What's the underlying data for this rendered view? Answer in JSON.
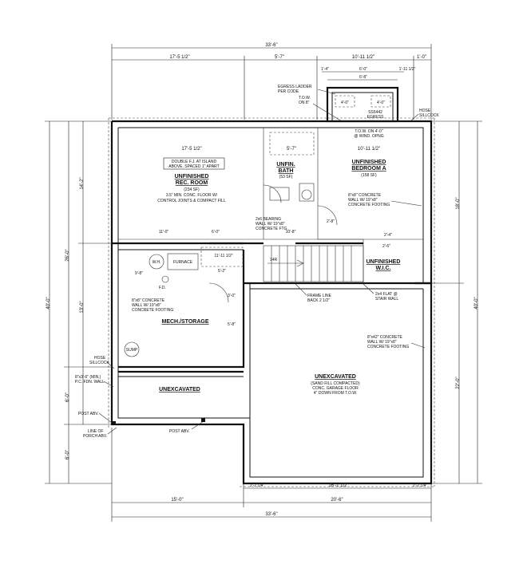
{
  "top_dims": {
    "overall": "33'-6\"",
    "seg1": "17'-5 1/2\"",
    "seg2": "5'-7\"",
    "seg3": "10'-11 1/2\"",
    "seg4": "1'-0\"",
    "egress_w": "6'-0\"",
    "egress_w2": "6'-8\"",
    "egress_l": "1'-4\"",
    "egress_r": "1'-11 1/2\""
  },
  "notes": {
    "egress_ladder": "EGRESS LADDER",
    "per_code": "PER CODE",
    "tow": "T.O.W.",
    "on8": "ON 8\"",
    "egress_size1": "4'-0\"",
    "egress_size2": "4'-0\"",
    "ss": "SS5442",
    "egress": "EGRESS",
    "hose_top1": "HOSE",
    "hose_top2": "SILLCOCK",
    "tow_wind1": "T.O.W. ON 4'-0\"",
    "tow_wind2": "@ WIND. OPNG",
    "double_fj1": "DOUBLE F.J. AT ISLAND",
    "double_fj2": "ABOVE. SPACED 1\" APART",
    "rec_sf": "(234 SF)",
    "rec_note1": "3.5\" MIN. CONC. FLOOR W/",
    "rec_note2": "CONTROL JOINTS & COMPACT FILL",
    "bath_sf": "(53 SF)",
    "bed_sf": "(158 SF)",
    "bed_note1": "8\"x8\" CONCRETE",
    "bed_note2": "WALL W/ 19\"x8\"",
    "bed_note3": "CONCRETE FOOTING",
    "bearing1": "2x6 BEARING",
    "bearing2": "WALL W/ 19\"x8\"",
    "bearing3": "CONCRETE FTG.",
    "furnace": "FURNACE",
    "wh": "W.H.",
    "fd": "F.D.",
    "r14": "14R",
    "mech_note1": "8\"x8\" CONCRETE",
    "mech_note2": "WALL W/ 19\"x8\"",
    "mech_note3": "CONCRETE FOOTING",
    "frame1": "FRAME LINE",
    "frame2": "BACK 2 1/2\"",
    "stair1": "2x4 FLAT @",
    "stair2": "STAIR WALL",
    "unex_note1": "8\"x42\" CONCRETE",
    "unex_note2": "WALL W/ 19\"x8\"",
    "unex_note3": "CONCRETE FOOTING",
    "sump": "SUMP",
    "hose_left1": "HOSE",
    "hose_left2": "SILLCOCK",
    "pc1": "8\"x3'-6\" (MIN.)",
    "pc2": "P.C. FDN. WALL",
    "post1": "POST ABV.",
    "line1": "LINE OF",
    "line2": "PORCH ABV.",
    "post2": "POST ABV.",
    "garage1": "(SAND FILL COMPACTED)",
    "garage2": "CONC. GARAGE FLOOR",
    "garage3": "4\" DOWN FROM T.O.W."
  },
  "rooms": {
    "rec1": "UNFINISHED",
    "rec2": "REC. ROOM",
    "bath1": "UNFIN.",
    "bath2": "BATH",
    "bed1": "UNFINISHED",
    "bed2": "BEDROOM A",
    "wic1": "UNFINISHED",
    "wic2": "W.I.C.",
    "mech": "MECH./STORAGE",
    "unex_small": "UNEXCAVATED",
    "unex_big": "UNEXCAVATED"
  },
  "inner_dims": {
    "rec_w": "17'-5 1/2\"",
    "bath_w": "5'-7\"",
    "bed_w": "10'-11 1/2\"",
    "d11": "11'-0\"",
    "d60": "6'-0\"",
    "d108": "10'-8\"",
    "d11_11": "11'-11 1/2\"",
    "d512": "5'-2\"",
    "d98": "9'-8\"",
    "d28": "2'-8\"",
    "d24": "2'-4\"",
    "d26": "2'-6\"",
    "d58": "5'-8\"",
    "d30": "3'-0\""
  },
  "left_dims": {
    "d142": "14'-2\"",
    "d260": "26'-0\"",
    "d400": "40'-0\"",
    "d130": "13'-0\"",
    "d60": "6'-0\"",
    "d61": "6'-0\""
  },
  "right_dims": {
    "d180": "18'-0\"",
    "d400": "40'-0\"",
    "d220": "22'-0\""
  },
  "bottom_dims": {
    "d2_1": "2'-2 1/4\"",
    "d16": "16'-1 1/2\"",
    "d2_2": "2'-2 1/4\"",
    "d150": "15'-0\"",
    "d206": "20'-6\"",
    "overall": "33'-6\""
  }
}
